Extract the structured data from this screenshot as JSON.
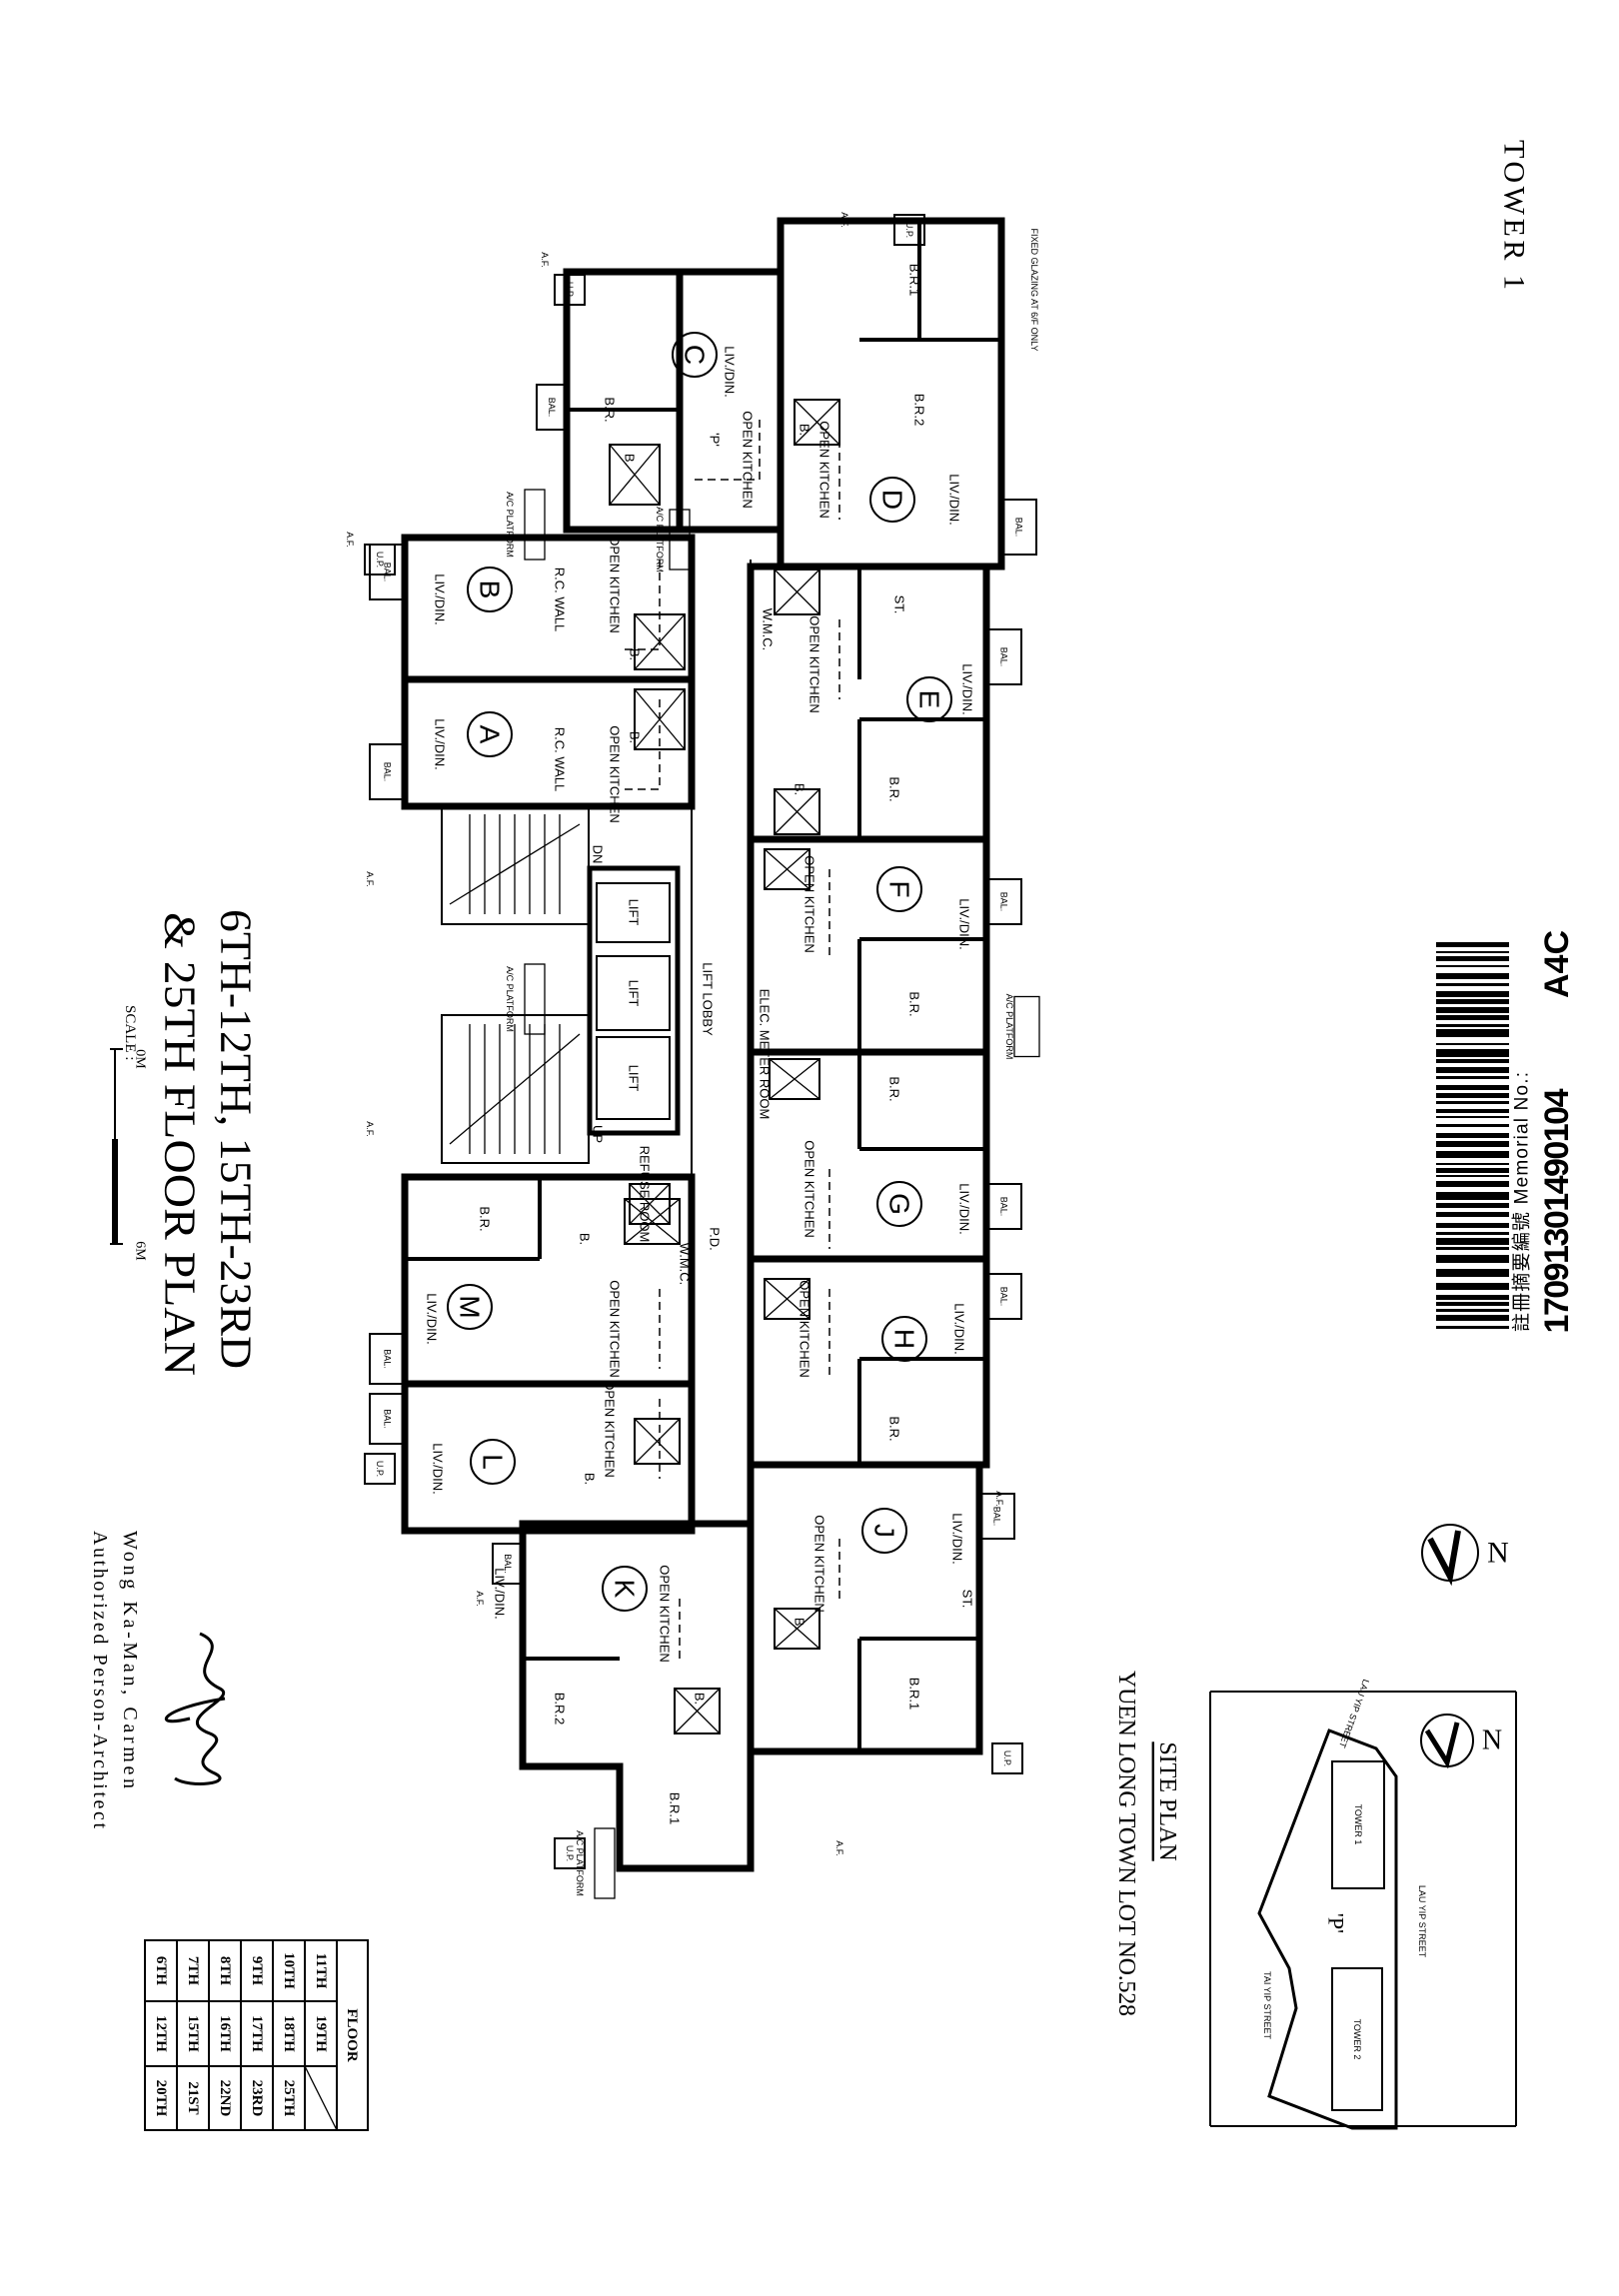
{
  "header": {
    "tower": "TOWER 1"
  },
  "memorial": {
    "code": "A4C",
    "label": "註冊摘要編號 Memorial No.:",
    "number": "17091301490104"
  },
  "title": {
    "line1": "6TH-12TH, 15TH-23RD",
    "line2": "& 25TH FLOOR PLAN"
  },
  "scale": {
    "label": "SCALE :",
    "start": "0M",
    "end": "6M"
  },
  "architect": {
    "name": "Wong Ka-Man, Carmen",
    "role": "Authorized Person-Architect"
  },
  "site_plan": {
    "title": "SITE PLAN",
    "lot": "YUEN LONG TOWN LOT NO.528",
    "north": "N",
    "towers": [
      "TOWER 1",
      "TOWER 2"
    ],
    "lot_mark": "'P'",
    "streets": [
      "LAU YIP STREET",
      "LAU YIP STREET",
      "TAI YIP STREET"
    ]
  },
  "floor_table": {
    "header": "FLOOR",
    "rows": [
      [
        "11TH",
        "19TH",
        ""
      ],
      [
        "10TH",
        "18TH",
        "25TH"
      ],
      [
        "9TH",
        "17TH",
        "23RD"
      ],
      [
        "8TH",
        "16TH",
        "22ND"
      ],
      [
        "7TH",
        "15TH",
        "21ST"
      ],
      [
        "6TH",
        "12TH",
        "20TH"
      ]
    ]
  },
  "plan": {
    "north": "N",
    "units": [
      {
        "id": "A",
        "rooms": [
          "LIV./DIN.",
          "OPEN KITCHEN",
          "B.",
          "R.C. WALL"
        ]
      },
      {
        "id": "B",
        "rooms": [
          "LIV./DIN.",
          "OPEN KITCHEN",
          "B.",
          "R.C. WALL"
        ]
      },
      {
        "id": "C",
        "rooms": [
          "B.R.",
          "LIV./DIN.",
          "'P'",
          "OPEN KITCHEN",
          "B."
        ]
      },
      {
        "id": "D",
        "rooms": [
          "B.R.1",
          "B.R.2",
          "LIV./DIN.",
          "OPEN KITCHEN",
          "B."
        ]
      },
      {
        "id": "E",
        "rooms": [
          "ST.",
          "LIV./DIN.",
          "OPEN KITCHEN",
          "B.R.",
          "B.",
          "W.M.C."
        ]
      },
      {
        "id": "F",
        "rooms": [
          "OPEN KITCHEN",
          "LIV./DIN.",
          "B.R."
        ]
      },
      {
        "id": "G",
        "rooms": [
          "B.R.",
          "OPEN KITCHEN",
          "LIV./DIN."
        ]
      },
      {
        "id": "H",
        "rooms": [
          "OPEN KITCHEN",
          "LIV./DIN.",
          "B.R."
        ]
      },
      {
        "id": "J",
        "rooms": [
          "LIV./DIN.",
          "OPEN KITCHEN",
          "ST.",
          "B.R.1",
          "B."
        ]
      },
      {
        "id": "K",
        "rooms": [
          "LIV./DIN.",
          "OPEN KITCHEN",
          "B.R.2",
          "B.R.1",
          "B."
        ]
      },
      {
        "id": "M",
        "rooms": [
          "B.R.",
          "LIV./DIN.",
          "OPEN KITCHEN",
          "B."
        ]
      },
      {
        "id": "L",
        "rooms": [
          "LIV./DIN.",
          "OPEN KITCHEN",
          "B."
        ]
      }
    ],
    "common": {
      "lift_lobby": "LIFT LOBBY",
      "lift": "LIFT",
      "refuse": "REFUSE ROOM",
      "wmc": "W.M.C.",
      "elec": "ELEC. METER ROOM",
      "pd": "P.D.",
      "dn": "DN",
      "up": "UP"
    },
    "notes": {
      "fixed_glazing": "FIXED GLAZING AT 6/F ONLY",
      "af": "A.F.",
      "bal": "BAL.",
      "ac": "A/C PLATFORM",
      "up_planter": "U.P."
    }
  }
}
